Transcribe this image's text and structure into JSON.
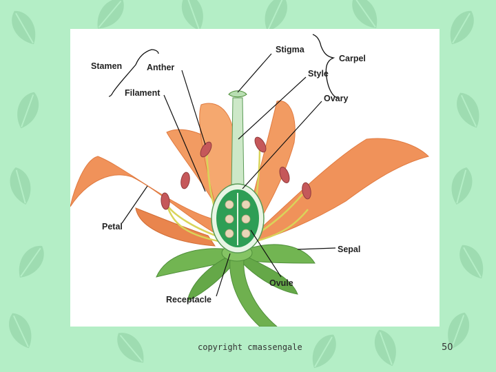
{
  "labels": {
    "stamen": "Stamen",
    "anther": "Anther",
    "filament": "Filament",
    "stigma": "Stigma",
    "style": "Style",
    "carpel": "Carpel",
    "ovary": "Ovary",
    "petal": "Petal",
    "sepal": "Sepal",
    "ovule": "Ovule",
    "receptacle": "Receptacle"
  },
  "footer": {
    "copyright": "copyright cmassengale",
    "page_number": "50"
  },
  "colors": {
    "background": "#b4eec6",
    "petal": "#f0925a",
    "sepal": "#72b552",
    "ovary": "#2e9e55",
    "anther": "#c5585a"
  }
}
